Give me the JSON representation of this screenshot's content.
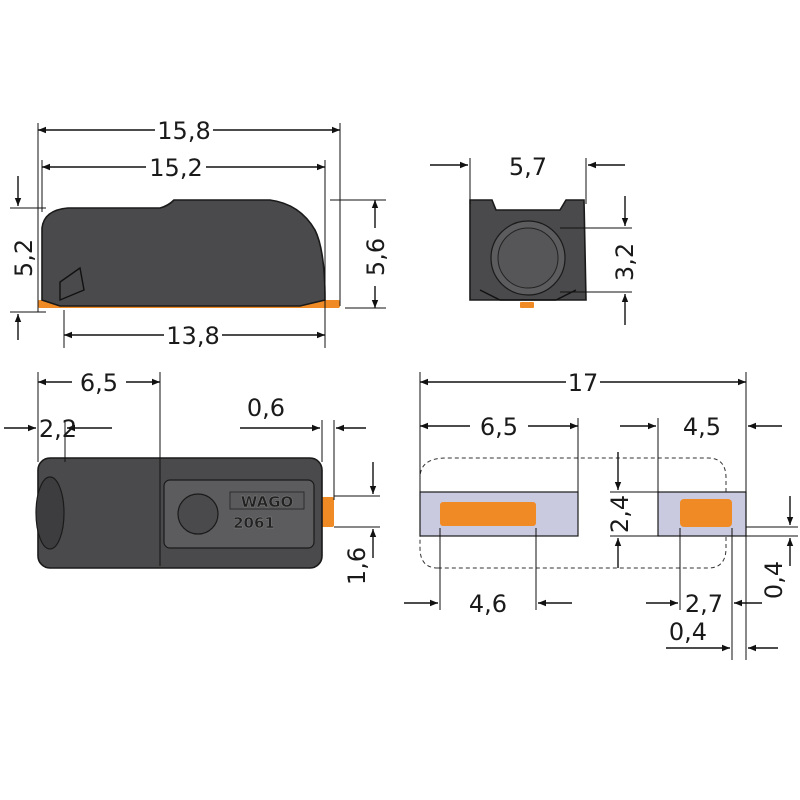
{
  "colors": {
    "housing": "#4a4a4c",
    "contact": "#f08a24",
    "section": "#c9c9df"
  },
  "side_view": {
    "overall_length": "15,8",
    "body_length": "15,2",
    "height_left": "5,2",
    "height_right": "5,6",
    "base_length": "13,8"
  },
  "end_view": {
    "width": "5,7",
    "opening": "3,2"
  },
  "top_view": {
    "lever_pos": "6,5",
    "front_offset": "2,2",
    "pin_offset": "0,6",
    "pin_width": "1,6",
    "logo": "WAGO",
    "part_no": "2061"
  },
  "section_view": {
    "total_length": "17",
    "left_length": "6,5",
    "right_length": "4,5",
    "height": "2,4",
    "contact_left": "4,6",
    "contact_right": "2,7",
    "gap": "0,4",
    "edge": "0,4"
  }
}
